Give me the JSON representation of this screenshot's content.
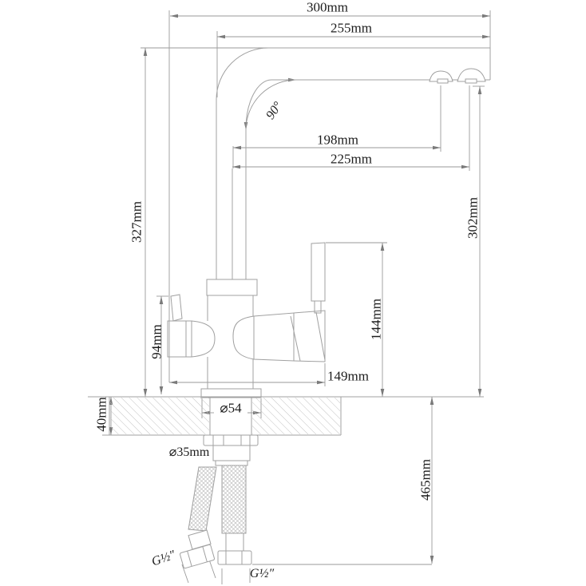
{
  "drawing": {
    "type": "technical dimension drawing",
    "subject": "three-way kitchen faucet, side elevation with mounting cross-section",
    "units": "mm"
  },
  "dims": {
    "d300": "300mm",
    "d255": "255mm",
    "d327": "327mm",
    "d302": "302mm",
    "d198": "198mm",
    "d225": "225mm",
    "a90": "90°",
    "d144": "144mm",
    "d94": "94mm",
    "d149": "149mm",
    "d40": "40mm",
    "d54": "⌀54",
    "d35": "⌀35mm",
    "d465": "465mm",
    "g_left": "G½″",
    "g_bottom": "G½″"
  }
}
